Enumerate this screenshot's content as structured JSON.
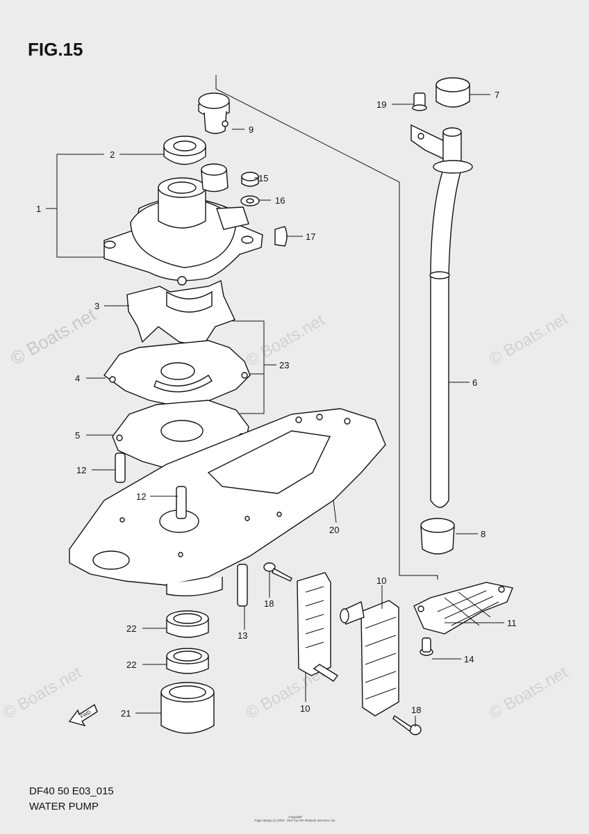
{
  "figure": {
    "title": "FIG.15"
  },
  "footer": {
    "code": "DF40 50 E03_015",
    "name": "WATER PUMP"
  },
  "copyright": {
    "line1": "Copyright",
    "line2": "Page design (c) 2004 - 2017 by ARI Network Services, Inc."
  },
  "watermark": {
    "text": "© Boats.net",
    "text_plain": "© Boats.net"
  },
  "callouts": [
    {
      "id": "1",
      "label": "1"
    },
    {
      "id": "2",
      "label": "2"
    },
    {
      "id": "3",
      "label": "3"
    },
    {
      "id": "4",
      "label": "4"
    },
    {
      "id": "5",
      "label": "5"
    },
    {
      "id": "6",
      "label": "6"
    },
    {
      "id": "7",
      "label": "7"
    },
    {
      "id": "8",
      "label": "8"
    },
    {
      "id": "9",
      "label": "9"
    },
    {
      "id": "10a",
      "label": "10"
    },
    {
      "id": "10b",
      "label": "10"
    },
    {
      "id": "11",
      "label": "11"
    },
    {
      "id": "12a",
      "label": "12"
    },
    {
      "id": "12b",
      "label": "12"
    },
    {
      "id": "13",
      "label": "13"
    },
    {
      "id": "14",
      "label": "14"
    },
    {
      "id": "15",
      "label": "15"
    },
    {
      "id": "16",
      "label": "16"
    },
    {
      "id": "17",
      "label": "17"
    },
    {
      "id": "18a",
      "label": "18"
    },
    {
      "id": "18b",
      "label": "18"
    },
    {
      "id": "19",
      "label": "19"
    },
    {
      "id": "20",
      "label": "20"
    },
    {
      "id": "21",
      "label": "21"
    },
    {
      "id": "22a",
      "label": "22"
    },
    {
      "id": "22b",
      "label": "22"
    },
    {
      "id": "23",
      "label": "23"
    }
  ],
  "fwd_badge": {
    "text": "FWD"
  }
}
